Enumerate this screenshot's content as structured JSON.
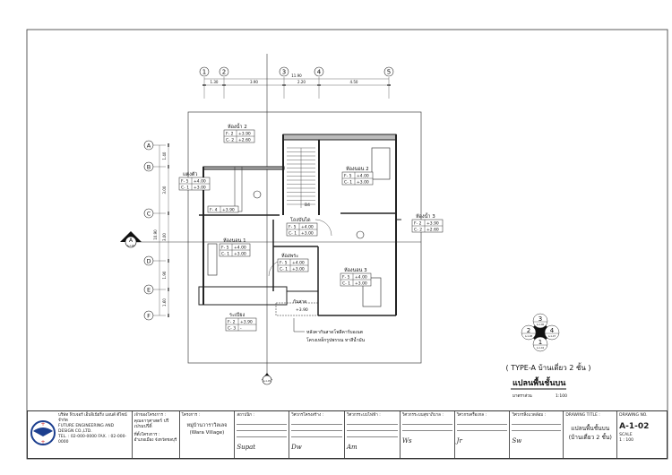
{
  "grid": {
    "columns": [
      "1",
      "2",
      "3",
      "4",
      "5"
    ],
    "rows": [
      "A",
      "B",
      "C",
      "D",
      "E",
      "F"
    ],
    "column_dims": [
      "1.30",
      "3.90",
      "2.20",
      "4.50"
    ],
    "column_total": "11.90",
    "row_dims": [
      "1.40",
      "3.00",
      "3.00",
      "1.90",
      "1.60"
    ],
    "row_total": "10.90"
  },
  "rooms": [
    {
      "name": "ห้องน้ำ 2",
      "f": "F- 2",
      "fv": "+3.90",
      "c": "C- 2",
      "cv": "+2.60"
    },
    {
      "name": "แต่งตัว",
      "f": "F- 5",
      "fv": "+4.00",
      "c": "C- 1",
      "cv": "+3.00"
    },
    {
      "name": "",
      "f": "F- 4",
      "fv": "+3.90",
      "c": "",
      "cv": ""
    },
    {
      "name": "ห้องนอน 2",
      "f": "F- 5",
      "fv": "+4.00",
      "c": "C- 1",
      "cv": "+3.00"
    },
    {
      "name": "โถงบันได",
      "f": "F- 5",
      "fv": "+4.00",
      "c": "C- 1",
      "cv": "+3.00"
    },
    {
      "name": "ห้องน้ำ 3",
      "f": "F- 2",
      "fv": "+3.90",
      "c": "C- 2",
      "cv": "+2.60"
    },
    {
      "name": "ห้องนอน 1",
      "f": "F- 5",
      "fv": "+4.00",
      "c": "C- 1",
      "cv": "+3.00"
    },
    {
      "name": "ห้องพระ",
      "f": "F- 5",
      "fv": "+4.00",
      "c": "C- 1",
      "cv": "+3.00"
    },
    {
      "name": "ห้องนอน 3",
      "f": "F- 5",
      "fv": "+4.00",
      "c": "C- 1",
      "cv": "+3.00"
    },
    {
      "name": "ระเบียง",
      "f": "F- 2",
      "fv": "+3.90",
      "c": "C- 3",
      "cv": "-"
    }
  ],
  "canopy": {
    "label": "กันสาด",
    "level": "+3.90"
  },
  "stair_label": "B4",
  "note": [
    "หลังคากันสาดโพลีคาร์บอเนต",
    "โครงเหล็กรูปพรรณ ทาสีน้ำมัน"
  ],
  "section_marks": {
    "left": {
      "letter": "A",
      "ref": "A-1-06"
    },
    "bottom": {
      "ref": "A-1-05"
    }
  },
  "elevation_key": [
    {
      "num": "3",
      "ref": "A-1-06"
    },
    {
      "num": "2",
      "ref": "A-1-08"
    },
    {
      "num": "4",
      "ref": "A-1-07"
    },
    {
      "num": "1",
      "ref": "A-1-04"
    }
  ],
  "drawing": {
    "type_label": "( TYPE-A บ้านเดี่ยว 2 ชั้น )",
    "title": "แปลนพื้นชั้นบน",
    "scale_label": "มาตราส่วน",
    "scale": "1:100"
  },
  "title_block": {
    "company_th": "บริษัท ฟิวเจอร์ เอ็นจิเนียริ่ง แอนด์ ดีไซน์ จำกัด",
    "company_en": "FUTURE ENGINEERING AND DESIGN CO.,LTD.",
    "company_tel": "TEL. : 02-000-0000  FAX. : 02-000-0000",
    "owner_label": "เจ้าของโครงการ :",
    "owner": "คุณจารุศาสตร์ ปรีเปรมปรีดิ์",
    "site_label": "ที่ตั้งโครงการ :",
    "site": "อำเภอเมือง จังหวัดชลบุรี",
    "project_label": "โครงการ :",
    "project": "หมู่บ้านวาราวิลเลจ",
    "project_en": "(Wara Village)",
    "architect_label": "สถาปนิก :",
    "structural_label": "วิศวกรโครงสร้าง :",
    "electrical_label": "วิศวกรระบบไฟฟ้า :",
    "sanitary_label": "วิศวกรระบบสุขาภิบาล :",
    "mechanical_label": "วิศวกรเครื่องกล :",
    "environment_label": "วิศวกรสิ่งแวดล้อม :",
    "drawing_title_label": "DRAWING TITLE :",
    "drawing_title": "แปลนพื้นชั้นบน",
    "drawing_title_sub": "(บ้านเดี่ยว 2 ชั้น)",
    "drawing_no_label": "DRAWING NO.",
    "drawing_no": "A-1-02",
    "scale_label": "SCALE",
    "scale": "1 : 100"
  }
}
